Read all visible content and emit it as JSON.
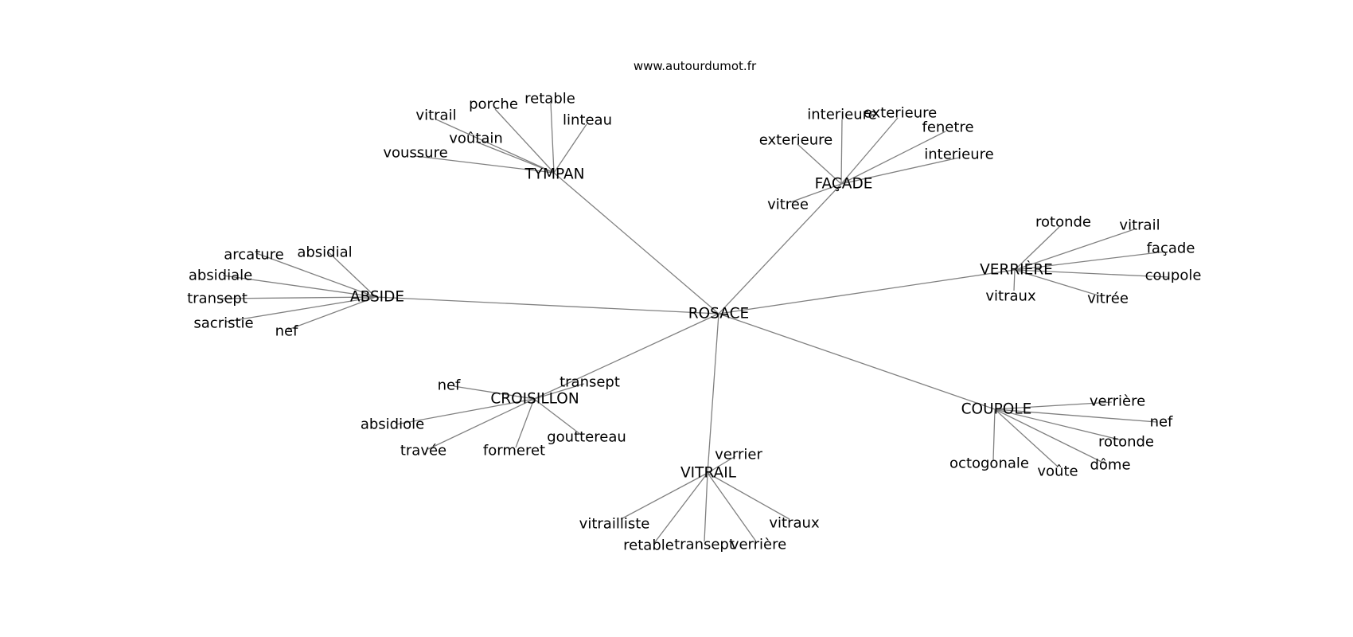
{
  "site": "www.autourdumot.fr",
  "center": "ROSACE",
  "clusters": [
    {
      "hub": "TYMPAN",
      "words": [
        "vitrail",
        "porche",
        "retable",
        "linteau",
        "voûtain",
        "voussure"
      ]
    },
    {
      "hub": "FAÇADE",
      "words": [
        "interieure",
        "exterieure",
        "exterieure",
        "fenetre",
        "interieure",
        "vitree"
      ]
    },
    {
      "hub": "ABSIDE",
      "words": [
        "arcature",
        "absidial",
        "absidiale",
        "transept",
        "sacristie",
        "nef"
      ]
    },
    {
      "hub": "VERRIÈRE",
      "words": [
        "rotonde",
        "vitrail",
        "façade",
        "coupole",
        "vitraux",
        "vitrée"
      ]
    },
    {
      "hub": "CROISILLON",
      "words": [
        "nef",
        "transept",
        "absidiole",
        "gouttereau",
        "travée",
        "formeret"
      ]
    },
    {
      "hub": "COUPOLE",
      "words": [
        "verrière",
        "nef",
        "rotonde",
        "octogonale",
        "dôme",
        "voûte"
      ]
    },
    {
      "hub": "VITRAIL",
      "words": [
        "verrier",
        "vitraux",
        "vitrailliste",
        "retable",
        "transept",
        "verrière"
      ]
    }
  ]
}
